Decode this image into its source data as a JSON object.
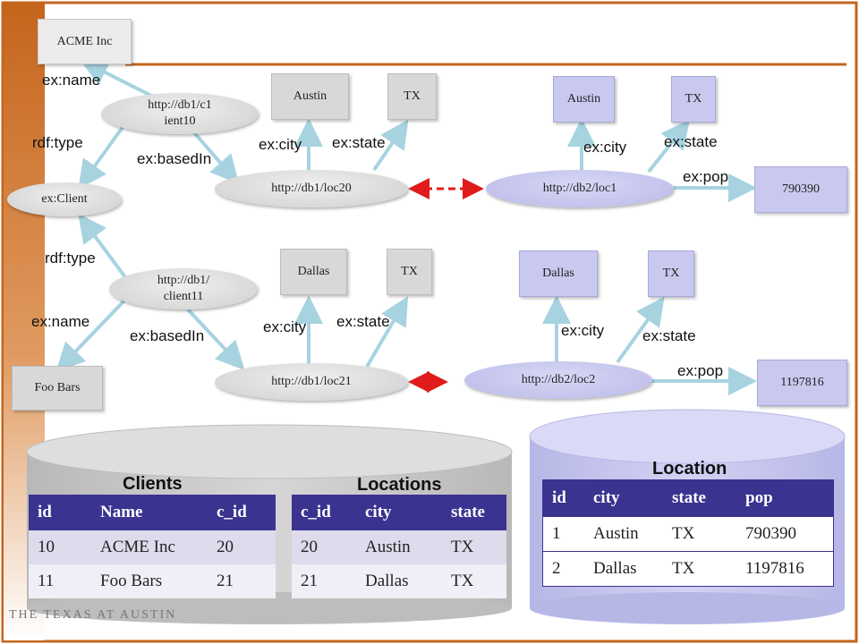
{
  "nodes": {
    "acme_box": "ACME Inc",
    "client10": "http://db1/c1\nient10",
    "ex_client": "ex:Client",
    "client11": "http://db1/\nclient11",
    "foo_box": "Foo Bars",
    "loc20": "http://db1/loc20",
    "loc21": "http://db1/loc21",
    "db2_loc1": "http://db2/loc1",
    "db2_loc2": "http://db2/loc2",
    "austin1": "Austin",
    "tx1": "TX",
    "austin2": "Austin",
    "tx2": "TX",
    "pop1": "790390",
    "dallas1": "Dallas",
    "tx3": "TX",
    "dallas2": "Dallas",
    "tx4": "TX",
    "pop2": "1197816"
  },
  "edges": {
    "name1": "ex:name",
    "type1": "rdf:type",
    "basedin1": "ex:basedIn",
    "type2": "rdf:type",
    "name2": "ex:name",
    "basedin2": "ex:basedIn",
    "city1": "ex:city",
    "state1": "ex:state",
    "city2": "ex:city",
    "state2": "ex:state",
    "pop1": "ex:pop",
    "city3": "ex:city",
    "state3": "ex:state",
    "city4": "ex:city",
    "state4": "ex:state",
    "pop2": "ex:pop"
  },
  "clients": {
    "title": "Clients",
    "headers": [
      "id",
      "Name",
      "c_id"
    ],
    "rows": [
      [
        "10",
        "ACME Inc",
        "20"
      ],
      [
        "11",
        "Foo Bars",
        "21"
      ]
    ]
  },
  "locations": {
    "title": "Locations",
    "headers": [
      "c_id",
      "city",
      "state"
    ],
    "rows": [
      [
        "20",
        "Austin",
        "TX"
      ],
      [
        "21",
        "Dallas",
        "TX"
      ]
    ]
  },
  "location": {
    "title": "Location",
    "headers": [
      "id",
      "city",
      "state",
      "pop"
    ],
    "rows": [
      [
        "1",
        "Austin",
        "TX",
        "790390"
      ],
      [
        "2",
        "Dallas",
        "TX",
        "1197816"
      ]
    ]
  },
  "logo": "THE TEXAS AT AUSTIN",
  "colors": {
    "frame": "#c5651c",
    "link_arrow": "#a7d3e0",
    "equiv_arrow": "#e11b1b",
    "table_header": "#3a3390"
  }
}
